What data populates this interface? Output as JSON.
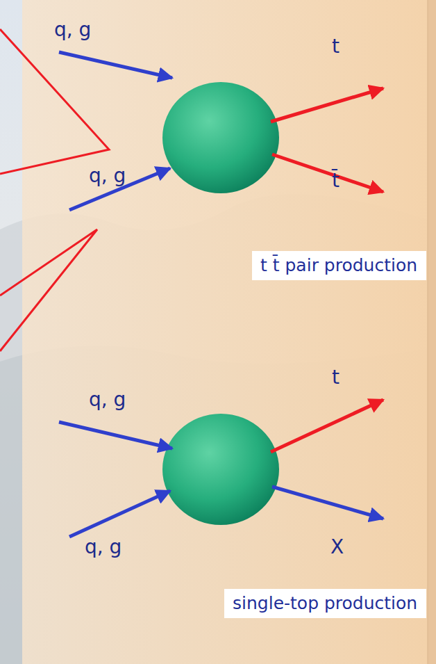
{
  "diagram": {
    "nodes": [
      {
        "text": [
          "t t̄ pair production"
        ]
      },
      {
        "text": [
          "single-top production"
        ]
      }
    ],
    "labels": [
      "q, g",
      "t",
      "q, g",
      "t̄",
      "q, g",
      "t",
      "q, g",
      "X"
    ]
  }
}
